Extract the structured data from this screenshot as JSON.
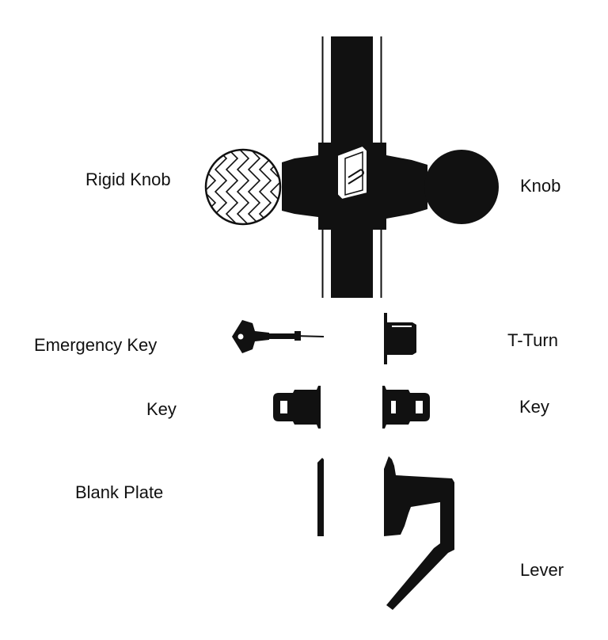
{
  "labels": {
    "rigid_knob": "Rigid Knob",
    "knob": "Knob",
    "emergency_key": "Emergency Key",
    "t_turn": "T-Turn",
    "key_left": "Key",
    "key_right": "Key",
    "blank_plate": "Blank Plate",
    "lever": "Lever"
  },
  "colors": {
    "ink": "#111111",
    "background": "#ffffff"
  },
  "icons": {
    "door": "door-section-icon",
    "rigid_knob": "rigid-knob-icon",
    "knob": "knob-icon",
    "emergency_key": "emergency-key-icon",
    "t_turn": "t-turn-icon",
    "key_cylinder": "key-cylinder-icon",
    "blank_plate": "blank-plate-icon",
    "lever": "lever-icon"
  }
}
